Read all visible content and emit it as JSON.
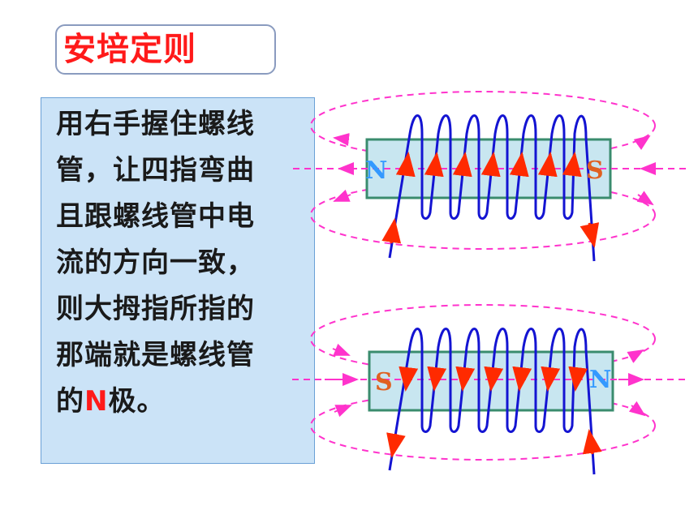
{
  "title": "安培定则",
  "rule_lines": [
    "用右手握住螺线",
    "管，让四指弯曲",
    "且跟螺线管中电",
    "流的方向一致，",
    "则大拇指所指的",
    "那端就是螺线管"
  ],
  "rule_last_prefix": "的",
  "rule_last_pole": "N",
  "rule_last_suffix": "极。",
  "solenoid_top": {
    "left_pole": "N",
    "right_pole": "S"
  },
  "solenoid_bottom": {
    "left_pole": "S",
    "right_pole": "N"
  },
  "colors": {
    "title": "#ff1a1a",
    "coil": "#1414d2",
    "field_line": "#ff33cc",
    "current_arrow": "#ff2a00",
    "core_fill": "#c8e6f0",
    "core_border": "#3a8c6e",
    "pole_n_top": "#3399ff",
    "pole_s_top": "#e06020"
  }
}
